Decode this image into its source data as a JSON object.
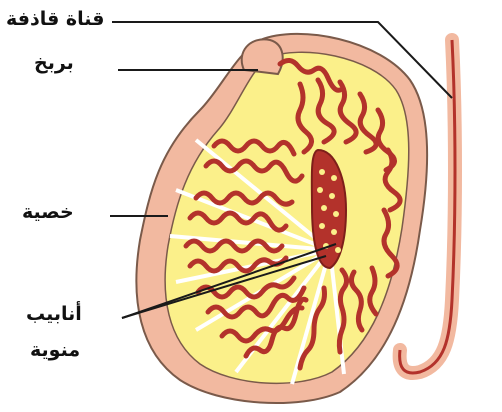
{
  "labels": {
    "vas_deferens": "قناة قاذفة",
    "epididymis": "بربخ",
    "testis": "خصية",
    "tubules_line1": "أنابيب",
    "tubules_line2": "منوية"
  },
  "colors": {
    "capsule": "#f2b9a0",
    "capsule_edge": "#7a5a4a",
    "interior": "#fbf08a",
    "tubule": "#b3322b",
    "tubule_dark": "#7e1f1a",
    "line": "#1a1a1a"
  }
}
